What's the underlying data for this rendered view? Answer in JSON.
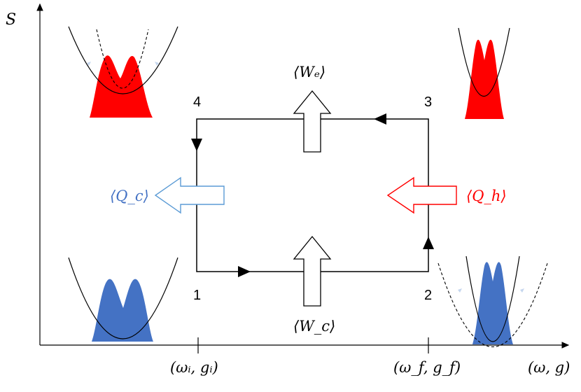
{
  "axes": {
    "y_label": "S",
    "x_label": "(ω, g)",
    "x_tick_1": "(ωᵢ, gᵢ)",
    "x_tick_2": "(ω_f, g_f)"
  },
  "corners": {
    "c1": "1",
    "c2": "2",
    "c3": "3",
    "c4": "4"
  },
  "flows": {
    "work_expansion": "⟨Wₑ⟩",
    "work_compression": "⟨W_c⟩",
    "heat_cold": "⟨Q_c⟩",
    "heat_hot": "⟨Q_h⟩"
  },
  "colors": {
    "hot": "#ff0000",
    "cold": "#4472c4",
    "cold_arrow": "#5b9bd5",
    "line": "#000000"
  }
}
